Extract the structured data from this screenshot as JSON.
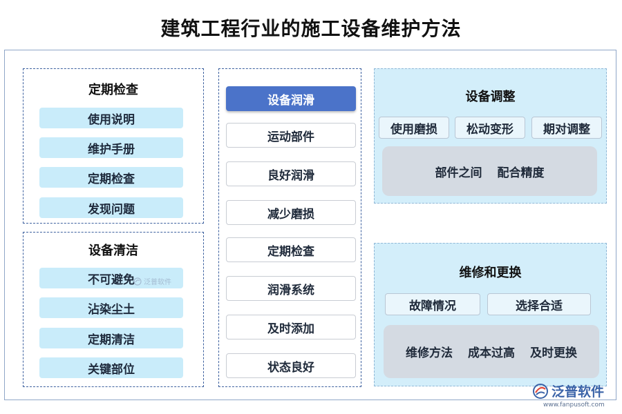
{
  "title": "建筑工程行业的施工设备维护方法",
  "left_top": {
    "title": "定期检查",
    "items": [
      "使用说明",
      "维护手册",
      "定期检查",
      "发现问题"
    ]
  },
  "left_bottom": {
    "title": "设备清洁",
    "items": [
      "不可避免",
      "沾染尘土",
      "定期清洁",
      "关键部位"
    ]
  },
  "middle": {
    "items": [
      "设备润滑",
      "运动部件",
      "良好润滑",
      "减少磨损",
      "定期检查",
      "润滑系统",
      "及时添加",
      "状态良好"
    ]
  },
  "right_top": {
    "title": "设备调整",
    "tags": [
      "使用磨损",
      "松动变形",
      "期对调整"
    ],
    "panel": [
      "部件之间",
      "配合精度"
    ]
  },
  "right_bottom": {
    "title": "维修和更换",
    "tags": [
      "故障情况",
      "选择合适"
    ],
    "panel": [
      "维修方法",
      "成本过高",
      "及时更换"
    ]
  },
  "watermark": "泛普软件",
  "logo": {
    "text": "泛普软件",
    "url": "www.fanpusoft.com"
  },
  "colors": {
    "accent": "#4b73c9",
    "pill": "#c9ecfa",
    "panel_bg": "#d3eefa",
    "grey": "#d4dae2"
  }
}
